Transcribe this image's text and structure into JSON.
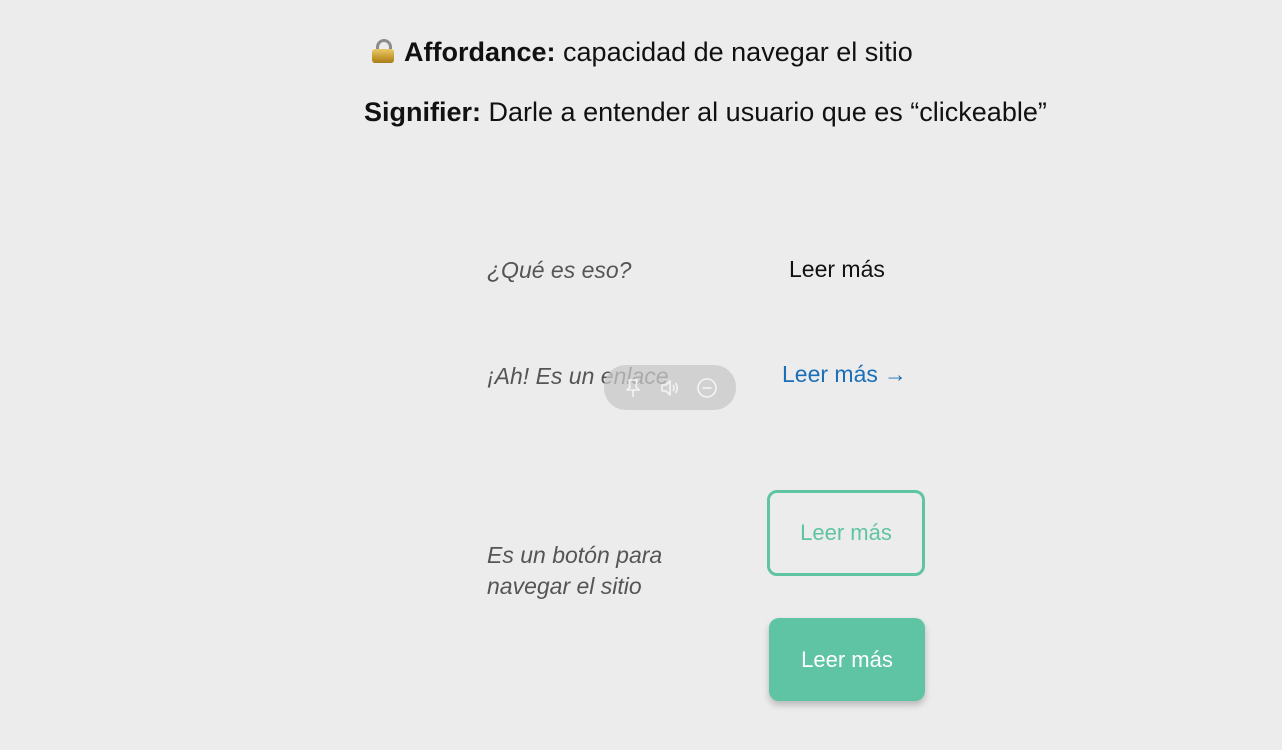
{
  "header": {
    "affordance": {
      "icon": "lock-icon",
      "term": "Affordance:",
      "definition": "capacidad de navegar el sitio"
    },
    "signifier": {
      "term": "Signifier:",
      "definition": "Darle a entender al usuario que es “clickeable”"
    }
  },
  "examples": {
    "plain": {
      "caption": "¿Qué es eso?",
      "label": "Leer más"
    },
    "link": {
      "caption": "¡Ah! Es un enlace",
      "label": "Leer más",
      "arrow": "→",
      "color": "#1b6fb8"
    },
    "button": {
      "caption_line1": "Es un botón para",
      "caption_line2": "navegar el sitio",
      "outline_label": "Leer más",
      "solid_label": "Leer más",
      "accent_color": "#5ec4a3"
    }
  },
  "media_controls": {
    "icons": [
      "pin-icon",
      "volume-icon",
      "minus-circle-icon"
    ]
  }
}
